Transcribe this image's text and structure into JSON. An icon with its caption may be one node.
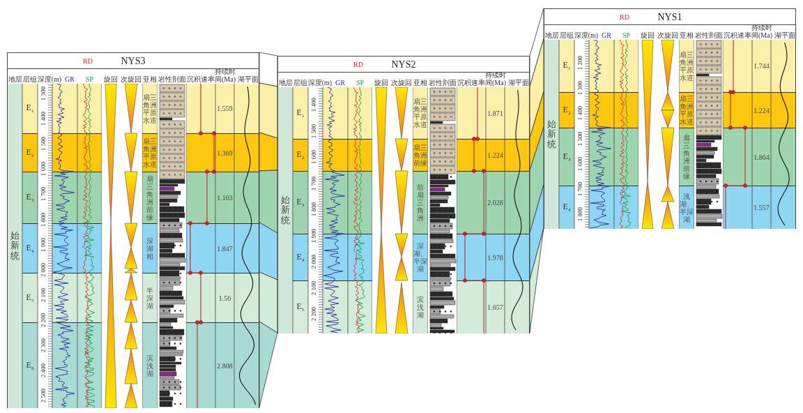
{
  "diagram": {
    "nodes": [
      {
        "text": [
          "RD",
          "NYS3",
          "地层",
          "层组",
          "深度(m)",
          "GR",
          "SP",
          "旋回",
          "次旋回",
          "亚相",
          "岩性剖面",
          "沉积速率",
          "持续时间(Ma)",
          "湖平面"
        ]
      },
      {
        "text": [
          "始新统"
        ],
        "in": 0
      },
      {
        "text": [
          "E$_{1}$",
          "扇三角洲平原水道",
          "1.559"
        ],
        "in": 0
      },
      {
        "text": [
          "E$_{2}$",
          "扇三角洲平原水道",
          "1.369"
        ],
        "in": 0
      },
      {
        "text": [
          "E$_{3}$",
          "扇三角洲前缘",
          "1.103"
        ],
        "in": 0
      },
      {
        "text": [
          "E$_{4}$",
          "深湖相",
          "1.847"
        ],
        "in": 0
      },
      {
        "text": [
          "E$_{5}$",
          "半深湖",
          "1.56"
        ],
        "in": 0
      },
      {
        "text": [
          "E$_{6}$",
          "滨浅湖",
          "2.808"
        ],
        "in": 0
      },
      {
        "text": [
          "RD",
          "NYS2",
          "地层",
          "层组",
          "深度(m)",
          "GR",
          "SP",
          "旋回",
          "次旋回",
          "亚相",
          "岩性剖面",
          "沉积速率",
          "持续时间(Ma)",
          "湖平面"
        ]
      },
      {
        "text": [
          "始新统"
        ],
        "in": 8
      },
      {
        "text": [
          "E$_{1}$",
          "扇三角洲平原水道",
          "1.871"
        ],
        "in": 8
      },
      {
        "text": [
          "E$_{2}$",
          "扇三角洲前缘",
          "1.224"
        ],
        "in": 8
      },
      {
        "text": [
          "E$_{3}$",
          "前扇三角洲",
          "2.028"
        ],
        "in": 8
      },
      {
        "text": [
          "E$_{4}$",
          "深湖、半深湖",
          "1.978"
        ],
        "in": 8
      },
      {
        "text": [
          "E$_{5}$",
          "滨浅湖",
          "1.657"
        ],
        "in": 8
      },
      {
        "text": [
          "RD",
          "NYS1",
          "地层",
          "层组",
          "深度(m)",
          "GR",
          "SP",
          "旋回",
          "次旋回",
          "亚相",
          "岩性剖面",
          "沉积速率",
          "持续时间(Ma)",
          "湖平面"
        ]
      },
      {
        "text": [
          "始新统"
        ],
        "in": 15
      },
      {
        "text": [
          "E$_{1}$",
          "扇三角洲平原水道",
          "1.744"
        ],
        "in": 15
      },
      {
        "text": [
          "E$_{2}$",
          "扇三角洲平原水道",
          "1.224"
        ],
        "in": 15
      },
      {
        "text": [
          "E$_{3}$",
          "扇三角洲前缘",
          "1.864"
        ],
        "in": 15
      },
      {
        "text": [
          "E$_{4}$",
          "浅湖、半深湖",
          "1.557"
        ],
        "in": 15
      }
    ],
    "labels": [
      "1 300",
      "1 400",
      "1 500",
      "1 600",
      "1 700",
      "1 800",
      "1 900",
      "2 000",
      "2 100",
      "2 200",
      "2 300",
      "2 400",
      "2 500",
      "1 400",
      "1 500",
      "1 600",
      "1 700",
      "1 800",
      "1 900",
      "2 000",
      "2 100",
      "2 200",
      "1 200",
      "1 300",
      "1 400",
      "1 500",
      "1 600",
      "1 700",
      "1 800"
    ]
  }
}
